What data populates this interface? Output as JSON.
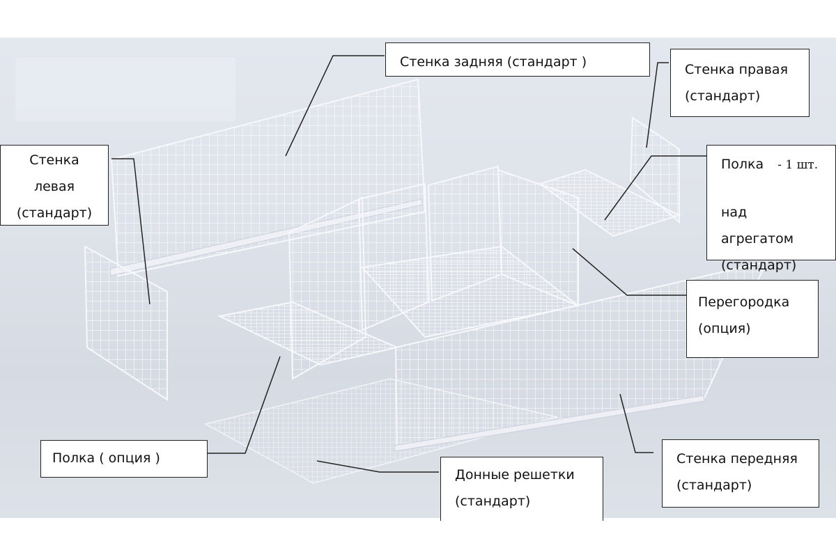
{
  "labels": {
    "back_wall": "Стенка задняя (стандарт )",
    "right_wall_line1": "Стенка правая",
    "right_wall_line2": "(стандарт)",
    "left_wall_line1": "Стенка",
    "left_wall_line2": "левая",
    "left_wall_line3": "(стандарт)",
    "shelf_top_line1": "Полка",
    "shelf_top_qty": "- 1 шт.",
    "shelf_top_line2": "над агрегатом",
    "shelf_top_line3": "(стандарт)",
    "partition_line1": "Перегородка",
    "partition_line2": "(опция)",
    "front_wall_line1": "Стенка передняя",
    "front_wall_line2": "(стандарт)",
    "shelf_option": "Полка ( опция )",
    "bottom_grid_line1": "Донные решетки",
    "bottom_grid_line2": "(стандарт)"
  },
  "colors": {
    "background": "#dde1e8",
    "mesh": "#f7f8fb",
    "label_border": "#222222",
    "leader_line": "#222222"
  }
}
